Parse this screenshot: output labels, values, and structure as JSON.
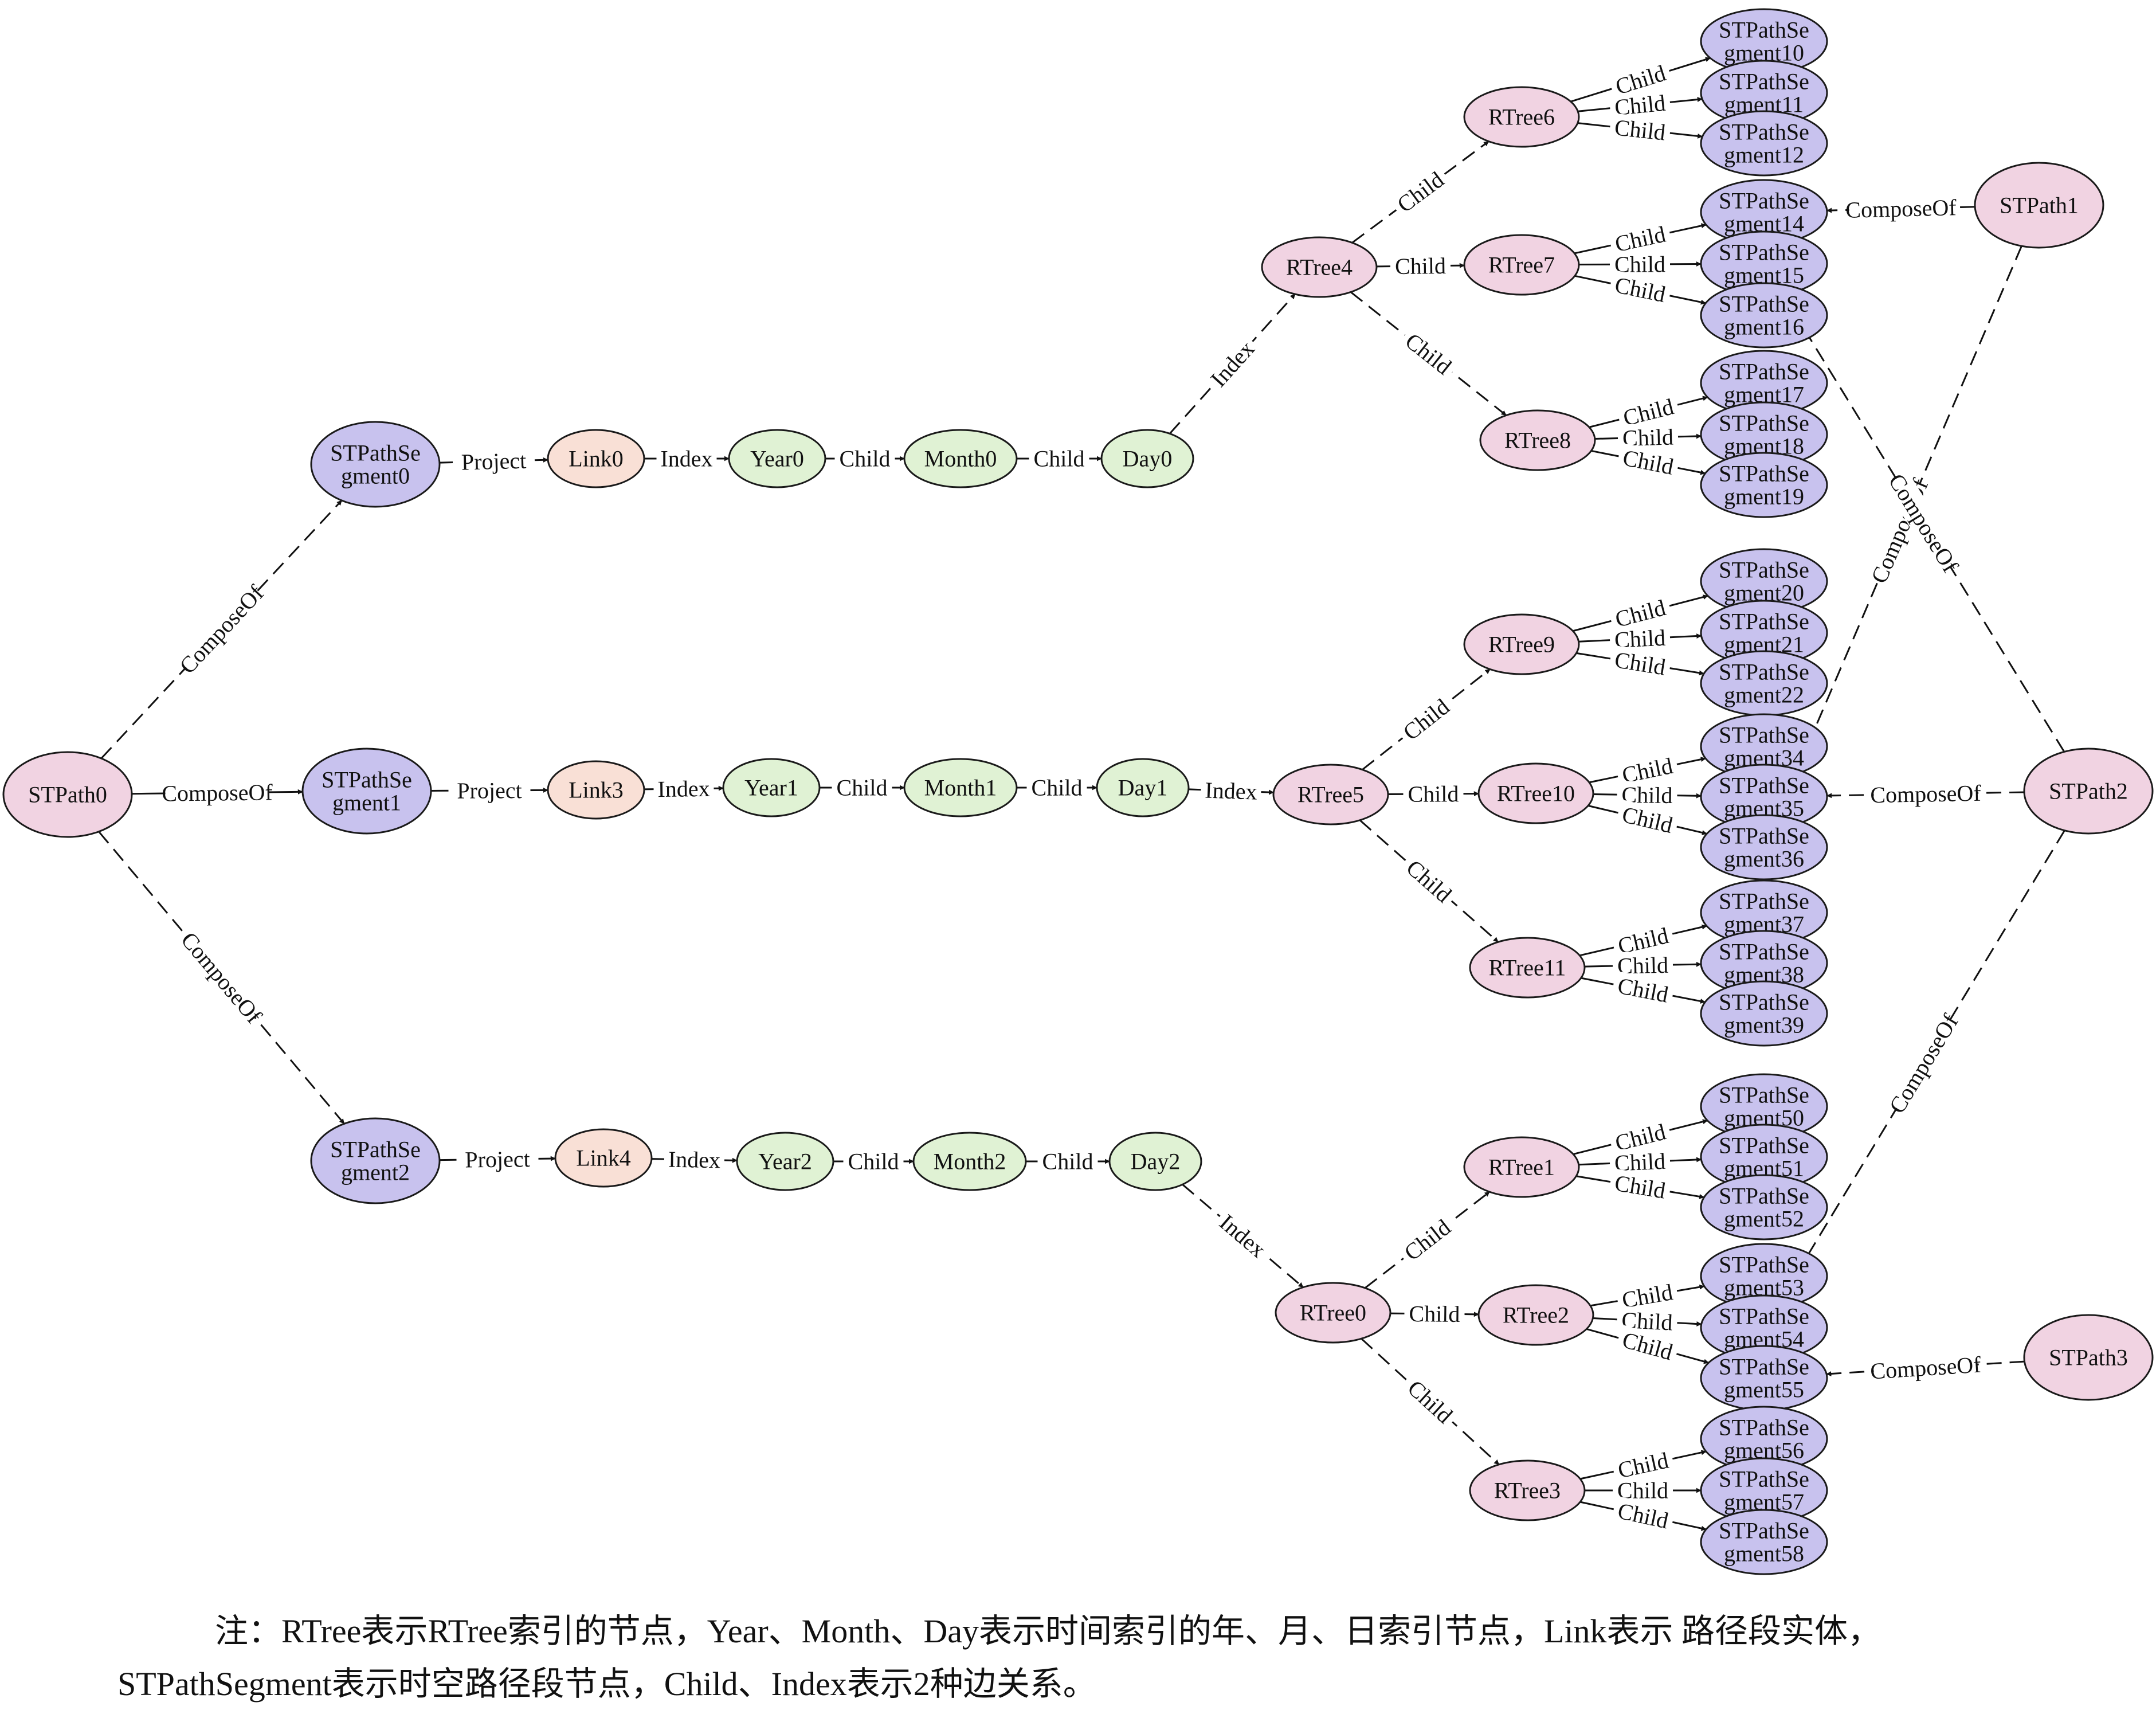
{
  "colors": {
    "path": "#f1d3e2",
    "segment": "#c8c2ee",
    "link": "#f9e0d6",
    "time": "#e0f2d4",
    "rtree": "#f1d3e2",
    "stroke": "#1a1a1a"
  },
  "nodes": [
    {
      "id": "STPath0",
      "label": [
        "STPath0"
      ],
      "type": "path"
    },
    {
      "id": "STPath1",
      "label": [
        "STPath1"
      ],
      "type": "path"
    },
    {
      "id": "STPath2",
      "label": [
        "STPath2"
      ],
      "type": "path"
    },
    {
      "id": "STPath3",
      "label": [
        "STPath3"
      ],
      "type": "path"
    },
    {
      "id": "seg0",
      "label": [
        "STPathSe",
        "gment0"
      ],
      "type": "segment"
    },
    {
      "id": "seg1",
      "label": [
        "STPathSe",
        "gment1"
      ],
      "type": "segment"
    },
    {
      "id": "seg2",
      "label": [
        "STPathSe",
        "gment2"
      ],
      "type": "segment"
    },
    {
      "id": "Link0",
      "label": [
        "Link0"
      ],
      "type": "link"
    },
    {
      "id": "Link3",
      "label": [
        "Link3"
      ],
      "type": "link"
    },
    {
      "id": "Link4",
      "label": [
        "Link4"
      ],
      "type": "link"
    },
    {
      "id": "Year0",
      "label": [
        "Year0"
      ],
      "type": "time"
    },
    {
      "id": "Year1",
      "label": [
        "Year1"
      ],
      "type": "time"
    },
    {
      "id": "Year2",
      "label": [
        "Year2"
      ],
      "type": "time"
    },
    {
      "id": "Month0",
      "label": [
        "Month0"
      ],
      "type": "time"
    },
    {
      "id": "Month1",
      "label": [
        "Month1"
      ],
      "type": "time"
    },
    {
      "id": "Month2",
      "label": [
        "Month2"
      ],
      "type": "time"
    },
    {
      "id": "Day0",
      "label": [
        "Day0"
      ],
      "type": "time"
    },
    {
      "id": "Day1",
      "label": [
        "Day1"
      ],
      "type": "time"
    },
    {
      "id": "Day2",
      "label": [
        "Day2"
      ],
      "type": "time"
    },
    {
      "id": "RTree0",
      "label": [
        "RTree0"
      ],
      "type": "rtree"
    },
    {
      "id": "RTree1",
      "label": [
        "RTree1"
      ],
      "type": "rtree"
    },
    {
      "id": "RTree2",
      "label": [
        "RTree2"
      ],
      "type": "rtree"
    },
    {
      "id": "RTree3",
      "label": [
        "RTree3"
      ],
      "type": "rtree"
    },
    {
      "id": "RTree4",
      "label": [
        "RTree4"
      ],
      "type": "rtree"
    },
    {
      "id": "RTree5",
      "label": [
        "RTree5"
      ],
      "type": "rtree"
    },
    {
      "id": "RTree6",
      "label": [
        "RTree6"
      ],
      "type": "rtree"
    },
    {
      "id": "RTree7",
      "label": [
        "RTree7"
      ],
      "type": "rtree"
    },
    {
      "id": "RTree8",
      "label": [
        "RTree8"
      ],
      "type": "rtree"
    },
    {
      "id": "RTree9",
      "label": [
        "RTree9"
      ],
      "type": "rtree"
    },
    {
      "id": "RTree10",
      "label": [
        "RTree10"
      ],
      "type": "rtree"
    },
    {
      "id": "RTree11",
      "label": [
        "RTree11"
      ],
      "type": "rtree"
    },
    {
      "id": "seg10",
      "label": [
        "STPathSe",
        "gment10"
      ],
      "type": "segment"
    },
    {
      "id": "seg11",
      "label": [
        "STPathSe",
        "gment11"
      ],
      "type": "segment"
    },
    {
      "id": "seg12",
      "label": [
        "STPathSe",
        "gment12"
      ],
      "type": "segment"
    },
    {
      "id": "seg14",
      "label": [
        "STPathSe",
        "gment14"
      ],
      "type": "segment"
    },
    {
      "id": "seg15",
      "label": [
        "STPathSe",
        "gment15"
      ],
      "type": "segment"
    },
    {
      "id": "seg16",
      "label": [
        "STPathSe",
        "gment16"
      ],
      "type": "segment"
    },
    {
      "id": "seg17",
      "label": [
        "STPathSe",
        "gment17"
      ],
      "type": "segment"
    },
    {
      "id": "seg18",
      "label": [
        "STPathSe",
        "gment18"
      ],
      "type": "segment"
    },
    {
      "id": "seg19",
      "label": [
        "STPathSe",
        "gment19"
      ],
      "type": "segment"
    },
    {
      "id": "seg20",
      "label": [
        "STPathSe",
        "gment20"
      ],
      "type": "segment"
    },
    {
      "id": "seg21",
      "label": [
        "STPathSe",
        "gment21"
      ],
      "type": "segment"
    },
    {
      "id": "seg22",
      "label": [
        "STPathSe",
        "gment22"
      ],
      "type": "segment"
    },
    {
      "id": "seg34",
      "label": [
        "STPathSe",
        "gment34"
      ],
      "type": "segment"
    },
    {
      "id": "seg35",
      "label": [
        "STPathSe",
        "gment35"
      ],
      "type": "segment"
    },
    {
      "id": "seg36",
      "label": [
        "STPathSe",
        "gment36"
      ],
      "type": "segment"
    },
    {
      "id": "seg37",
      "label": [
        "STPathSe",
        "gment37"
      ],
      "type": "segment"
    },
    {
      "id": "seg38",
      "label": [
        "STPathSe",
        "gment38"
      ],
      "type": "segment"
    },
    {
      "id": "seg39",
      "label": [
        "STPathSe",
        "gment39"
      ],
      "type": "segment"
    },
    {
      "id": "seg50",
      "label": [
        "STPathSe",
        "gment50"
      ],
      "type": "segment"
    },
    {
      "id": "seg51",
      "label": [
        "STPathSe",
        "gment51"
      ],
      "type": "segment"
    },
    {
      "id": "seg52",
      "label": [
        "STPathSe",
        "gment52"
      ],
      "type": "segment"
    },
    {
      "id": "seg53",
      "label": [
        "STPathSe",
        "gment53"
      ],
      "type": "segment"
    },
    {
      "id": "seg54",
      "label": [
        "STPathSe",
        "gment54"
      ],
      "type": "segment"
    },
    {
      "id": "seg55",
      "label": [
        "STPathSe",
        "gment55"
      ],
      "type": "segment"
    },
    {
      "id": "seg56",
      "label": [
        "STPathSe",
        "gment56"
      ],
      "type": "segment"
    },
    {
      "id": "seg57",
      "label": [
        "STPathSe",
        "gment57"
      ],
      "type": "segment"
    },
    {
      "id": "seg58",
      "label": [
        "STPathSe",
        "gment58"
      ],
      "type": "segment"
    }
  ],
  "edges": [
    {
      "from": "STPath0",
      "to": "seg0",
      "label": "ComposeOf",
      "dashed": true
    },
    {
      "from": "STPath0",
      "to": "seg1",
      "label": "ComposeOf",
      "dashed": false
    },
    {
      "from": "STPath0",
      "to": "seg2",
      "label": "ComposeOf",
      "dashed": true
    },
    {
      "from": "seg0",
      "to": "Link0",
      "label": "Project",
      "dashed": false
    },
    {
      "from": "Link0",
      "to": "Year0",
      "label": "Index",
      "dashed": false
    },
    {
      "from": "Year0",
      "to": "Month0",
      "label": "Child",
      "dashed": false
    },
    {
      "from": "Month0",
      "to": "Day0",
      "label": "Child",
      "dashed": false
    },
    {
      "from": "Day0",
      "to": "RTree4",
      "label": "Index",
      "dashed": true
    },
    {
      "from": "seg1",
      "to": "Link3",
      "label": "Project",
      "dashed": false
    },
    {
      "from": "Link3",
      "to": "Year1",
      "label": "Index",
      "dashed": false
    },
    {
      "from": "Year1",
      "to": "Month1",
      "label": "Child",
      "dashed": false
    },
    {
      "from": "Month1",
      "to": "Day1",
      "label": "Child",
      "dashed": false
    },
    {
      "from": "Day1",
      "to": "RTree5",
      "label": "Index",
      "dashed": false
    },
    {
      "from": "seg2",
      "to": "Link4",
      "label": "Project",
      "dashed": false
    },
    {
      "from": "Link4",
      "to": "Year2",
      "label": "Index",
      "dashed": false
    },
    {
      "from": "Year2",
      "to": "Month2",
      "label": "Child",
      "dashed": false
    },
    {
      "from": "Month2",
      "to": "Day2",
      "label": "Child",
      "dashed": false
    },
    {
      "from": "Day2",
      "to": "RTree0",
      "label": "Index",
      "dashed": true
    },
    {
      "from": "RTree4",
      "to": "RTree6",
      "label": "Child",
      "dashed": true
    },
    {
      "from": "RTree4",
      "to": "RTree7",
      "label": "Child",
      "dashed": false
    },
    {
      "from": "RTree4",
      "to": "RTree8",
      "label": "Child",
      "dashed": true
    },
    {
      "from": "RTree5",
      "to": "RTree9",
      "label": "Child",
      "dashed": true
    },
    {
      "from": "RTree5",
      "to": "RTree10",
      "label": "Child",
      "dashed": false
    },
    {
      "from": "RTree5",
      "to": "RTree11",
      "label": "Child",
      "dashed": true
    },
    {
      "from": "RTree0",
      "to": "RTree1",
      "label": "Child",
      "dashed": true
    },
    {
      "from": "RTree0",
      "to": "RTree2",
      "label": "Child",
      "dashed": false
    },
    {
      "from": "RTree0",
      "to": "RTree3",
      "label": "Child",
      "dashed": true
    },
    {
      "from": "RTree6",
      "to": "seg10",
      "label": "Child",
      "dashed": false
    },
    {
      "from": "RTree6",
      "to": "seg11",
      "label": "Child",
      "dashed": false
    },
    {
      "from": "RTree6",
      "to": "seg12",
      "label": "Child",
      "dashed": false
    },
    {
      "from": "RTree7",
      "to": "seg14",
      "label": "Child",
      "dashed": false
    },
    {
      "from": "RTree7",
      "to": "seg15",
      "label": "Child",
      "dashed": false
    },
    {
      "from": "RTree7",
      "to": "seg16",
      "label": "Child",
      "dashed": false
    },
    {
      "from": "RTree8",
      "to": "seg17",
      "label": "Child",
      "dashed": false
    },
    {
      "from": "RTree8",
      "to": "seg18",
      "label": "Child",
      "dashed": false
    },
    {
      "from": "RTree8",
      "to": "seg19",
      "label": "Child",
      "dashed": false
    },
    {
      "from": "RTree9",
      "to": "seg20",
      "label": "Child",
      "dashed": false
    },
    {
      "from": "RTree9",
      "to": "seg21",
      "label": "Child",
      "dashed": false
    },
    {
      "from": "RTree9",
      "to": "seg22",
      "label": "Child",
      "dashed": false
    },
    {
      "from": "RTree10",
      "to": "seg34",
      "label": "Child",
      "dashed": false
    },
    {
      "from": "RTree10",
      "to": "seg35",
      "label": "Child",
      "dashed": false
    },
    {
      "from": "RTree10",
      "to": "seg36",
      "label": "Child",
      "dashed": false
    },
    {
      "from": "RTree11",
      "to": "seg37",
      "label": "Child",
      "dashed": false
    },
    {
      "from": "RTree11",
      "to": "seg38",
      "label": "Child",
      "dashed": false
    },
    {
      "from": "RTree11",
      "to": "seg39",
      "label": "Child",
      "dashed": false
    },
    {
      "from": "RTree1",
      "to": "seg50",
      "label": "Child",
      "dashed": false
    },
    {
      "from": "RTree1",
      "to": "seg51",
      "label": "Child",
      "dashed": false
    },
    {
      "from": "RTree1",
      "to": "seg52",
      "label": "Child",
      "dashed": false
    },
    {
      "from": "RTree2",
      "to": "seg53",
      "label": "Child",
      "dashed": false
    },
    {
      "from": "RTree2",
      "to": "seg54",
      "label": "Child",
      "dashed": false
    },
    {
      "from": "RTree2",
      "to": "seg55",
      "label": "Child",
      "dashed": false
    },
    {
      "from": "RTree3",
      "to": "seg56",
      "label": "Child",
      "dashed": false
    },
    {
      "from": "RTree3",
      "to": "seg57",
      "label": "Child",
      "dashed": false
    },
    {
      "from": "RTree3",
      "to": "seg58",
      "label": "Child",
      "dashed": false
    },
    {
      "from": "STPath1",
      "to": "seg14",
      "label": "ComposeOf",
      "dashed": true
    },
    {
      "from": "STPath1",
      "to": "seg36",
      "label": "ComposeOf",
      "dashed": true
    },
    {
      "from": "STPath2",
      "to": "seg35",
      "label": "ComposeOf",
      "dashed": true
    },
    {
      "from": "STPath2",
      "to": "seg15",
      "label": "ComposeOf",
      "dashed": true
    },
    {
      "from": "STPath2",
      "to": "seg54",
      "label": "ComposeOf",
      "dashed": true
    },
    {
      "from": "STPath3",
      "to": "seg55",
      "label": "ComposeOf",
      "dashed": true
    }
  ],
  "caption": {
    "line1": "注：RTree表示RTree索引的节点，Year、Month、Day表示时间索引的年、月、日索引节点，Link表示 路径段实体，",
    "line2": "STPathSegment表示时空路径段节点，Child、Index表示2种边关系。"
  }
}
